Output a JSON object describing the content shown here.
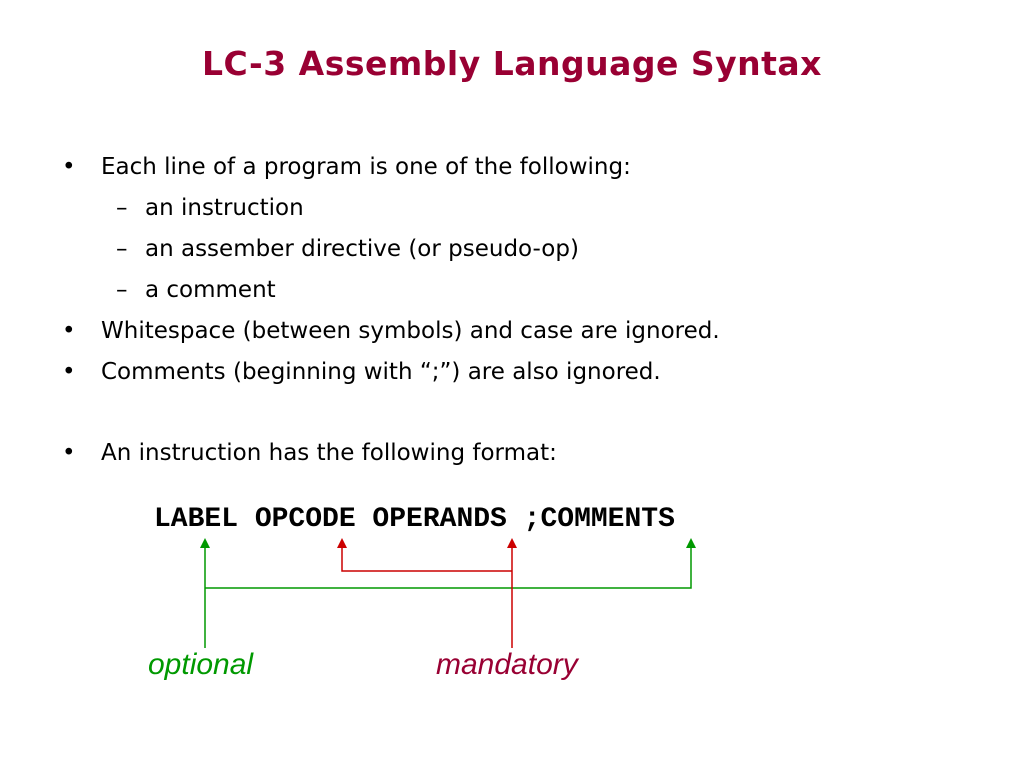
{
  "title": "LC-3 Assembly Language Syntax",
  "bullet_symbol": "•",
  "dash_symbol": "–",
  "bullets": [
    {
      "text": "Each line of a program is one of the following:",
      "subitems": [
        "an instruction",
        "an assember directive (or pseudo-op)",
        "a comment"
      ]
    },
    {
      "text": "Whitespace (between symbols) and case are ignored."
    },
    {
      "text": "Comments (beginning with “;”) are also ignored."
    },
    {
      "text": "An instruction has the following format:"
    }
  ],
  "format_line": "LABEL OPCODE OPERANDS ;COMMENTS",
  "labels": {
    "optional": "optional",
    "mandatory": "mandatory"
  },
  "colors": {
    "title": "#990033",
    "optional": "#009900",
    "mandatory": "#cc0000"
  }
}
